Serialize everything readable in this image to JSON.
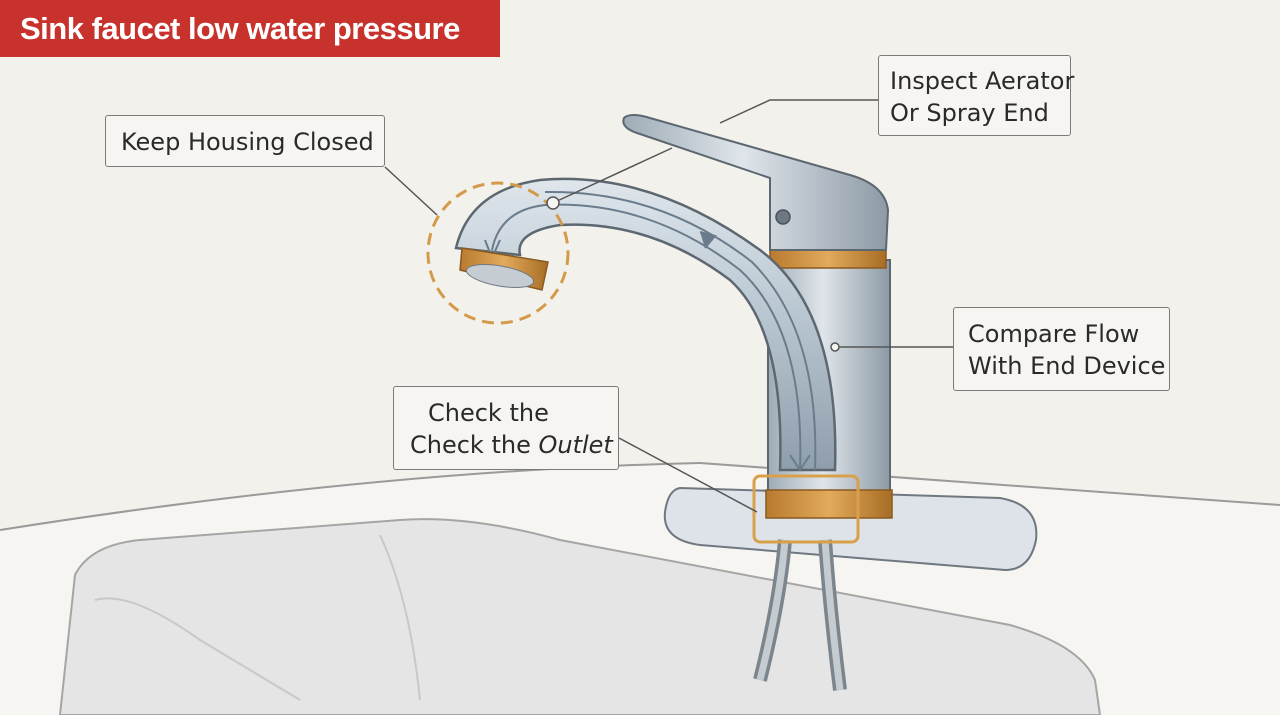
{
  "title": "Sink faucet low water pressure",
  "callouts": {
    "keep_housing": "Keep Housing Closed",
    "inspect": {
      "line1": "Inspect Aerator",
      "line2": "Or Spray End"
    },
    "compare": {
      "line1": "Compare Flow",
      "line2": "With End Device"
    },
    "check": {
      "line1": "Check the",
      "line2_prefix": "Check the ",
      "line2_em": "Outlet"
    }
  },
  "colors": {
    "banner": "#c8322c",
    "highlight": "#d9a04a",
    "chrome": "#b7c3cd",
    "background": "#f2f1ec"
  }
}
